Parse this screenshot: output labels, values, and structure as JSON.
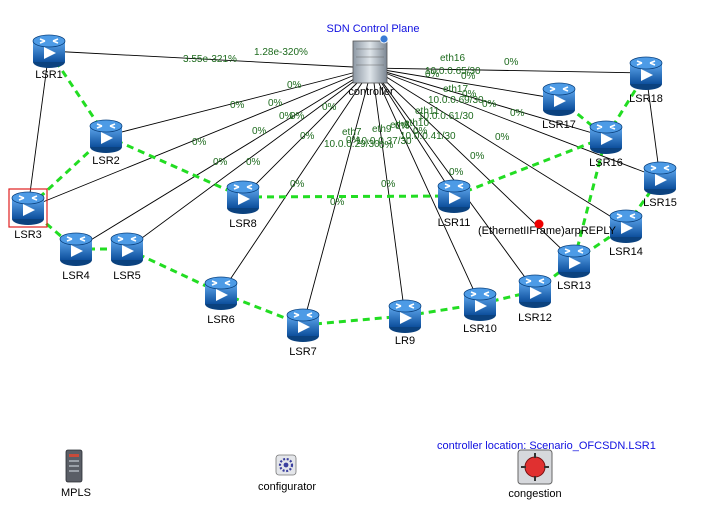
{
  "header": {
    "title": "SDN Control Plane"
  },
  "controller": {
    "label": "controller"
  },
  "location_text": "controller location: Scenario_OFCSDN.LSR1",
  "packet_label": "(EthernetIIFrame)arpREPLY",
  "colors": {
    "link": "#000000",
    "path": "#22dd22",
    "label_green": "#1e6b1e",
    "title_blue": "#1010e0",
    "packet": "#ee0000",
    "router": "#1a66c2"
  },
  "nodes": [
    {
      "id": "LSR1",
      "label": "LSR1"
    },
    {
      "id": "LSR2",
      "label": "LSR2"
    },
    {
      "id": "LSR3",
      "label": "LSR3",
      "selected": true
    },
    {
      "id": "LSR4",
      "label": "LSR4"
    },
    {
      "id": "LSR5",
      "label": "LSR5"
    },
    {
      "id": "LSR6",
      "label": "LSR6"
    },
    {
      "id": "LSR7",
      "label": "LSR7"
    },
    {
      "id": "LSR8",
      "label": "LSR8"
    },
    {
      "id": "LR9",
      "label": "LR9"
    },
    {
      "id": "LSR10",
      "label": "LSR10"
    },
    {
      "id": "LSR11",
      "label": "LSR11"
    },
    {
      "id": "LSR12",
      "label": "LSR12"
    },
    {
      "id": "LSR13",
      "label": "LSR13"
    },
    {
      "id": "LSR14",
      "label": "LSR14"
    },
    {
      "id": "LSR15",
      "label": "LSR15"
    },
    {
      "id": "LSR16",
      "label": "LSR16"
    },
    {
      "id": "LSR17",
      "label": "LSR17"
    },
    {
      "id": "LSR18",
      "label": "LSR18"
    }
  ],
  "control_links": [
    "LSR1",
    "LSR2",
    "LSR3",
    "LSR4",
    "LSR5",
    "LSR6",
    "LSR7",
    "LSR8",
    "LR9",
    "LSR10",
    "LSR11",
    "LSR12",
    "LSR13",
    "LSR14",
    "LSR15",
    "LSR16",
    "LSR17",
    "LSR18"
  ],
  "data_links": [
    [
      "LSR1",
      "LSR2"
    ],
    [
      "LSR2",
      "LSR3"
    ],
    [
      "LSR3",
      "LSR4"
    ],
    [
      "LSR4",
      "LSR5"
    ],
    [
      "LSR5",
      "LSR6"
    ],
    [
      "LSR6",
      "LSR7"
    ],
    [
      "LSR7",
      "LR9"
    ],
    [
      "LR9",
      "LSR10"
    ],
    [
      "LSR10",
      "LSR12"
    ],
    [
      "LSR12",
      "LSR13"
    ],
    [
      "LSR13",
      "LSR14"
    ],
    [
      "LSR14",
      "LSR15"
    ],
    [
      "LSR16",
      "LSR18"
    ],
    [
      "LSR17",
      "LSR16"
    ],
    [
      "LSR16",
      "LSR11"
    ],
    [
      "LSR11",
      "LSR8"
    ],
    [
      "LSR8",
      "LSR2"
    ],
    [
      "LSR16",
      "LSR13"
    ]
  ],
  "solid_links": [
    [
      "LSR1",
      "LSR3"
    ],
    [
      "LSR18",
      "LSR15"
    ]
  ],
  "link_labels": [
    "3.55e-321%",
    "1.28e-320%",
    "0%",
    "0%",
    "0%",
    "0%",
    "0%",
    "0%",
    "0%",
    "0%",
    "0%",
    "0%",
    "0%",
    "0%",
    "0%",
    "0%",
    "0%",
    "0%",
    "0%",
    "0%",
    "0%",
    "0%",
    "0%",
    "0%",
    "0%",
    "0%",
    "0%",
    "0%",
    "0%",
    "0%"
  ],
  "iface_labels": [
    "eth16",
    "10.0.0.65/30",
    "eth17",
    "10.0.0.69/30",
    "10.0.0.61/30",
    "eth7",
    "10.0.0.29/30",
    "eth9",
    "10.0.0.37/30",
    "eth10",
    "10.0.0.41/30",
    "eth8",
    "eth11"
  ],
  "palette": [
    {
      "id": "MPLS",
      "label": "MPLS"
    },
    {
      "id": "configurator",
      "label": "configurator"
    },
    {
      "id": "congestion",
      "label": "congestion"
    }
  ]
}
